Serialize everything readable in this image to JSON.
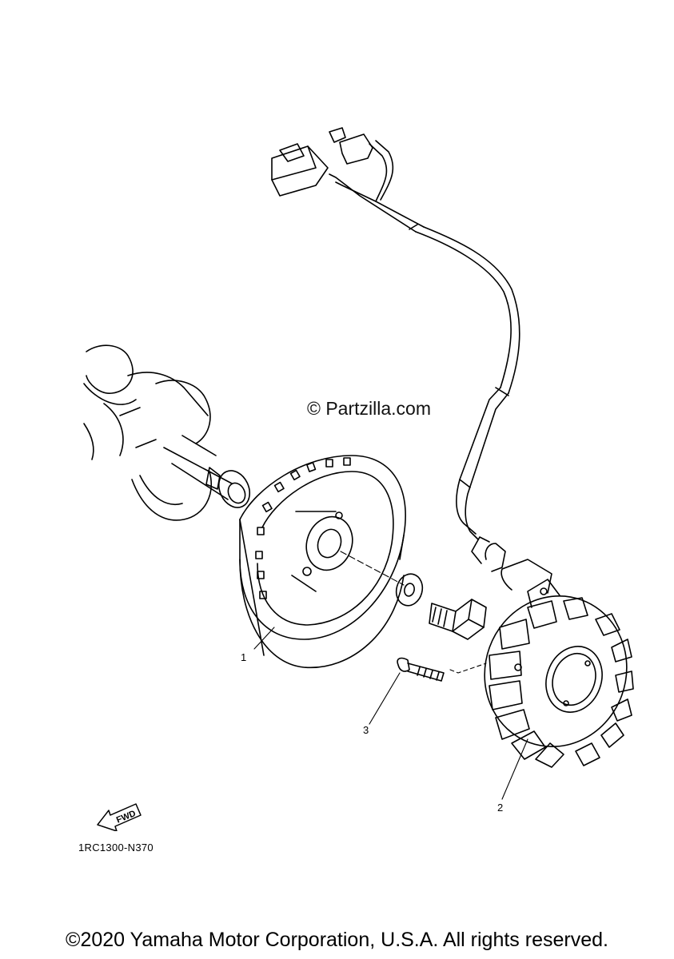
{
  "watermark": "© Partzilla.com",
  "callouts": [
    {
      "number": "1"
    },
    {
      "number": "2"
    },
    {
      "number": "3"
    }
  ],
  "fwd_label": "FWD",
  "diagram_code": "1RC1300-N370",
  "copyright": "©2020 Yamaha Motor Corporation, U.S.A. All rights reserved."
}
